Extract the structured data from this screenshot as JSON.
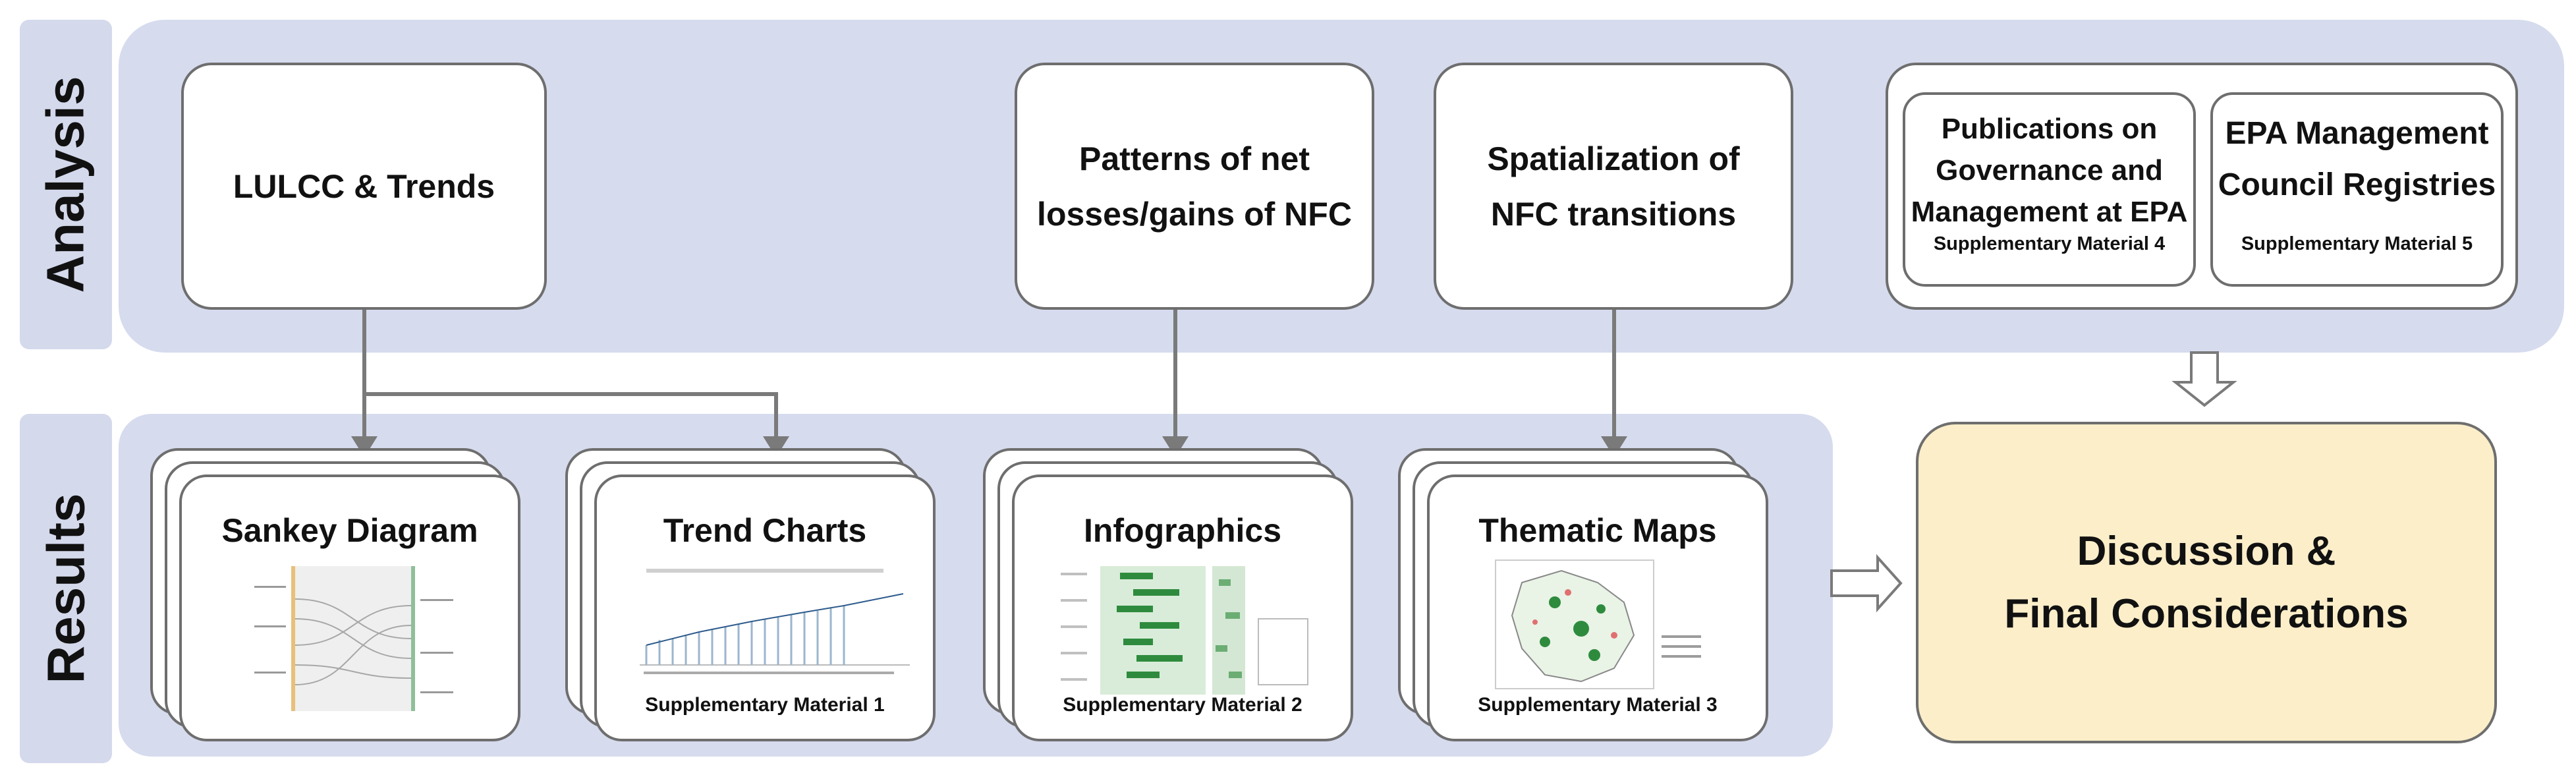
{
  "rows": {
    "analysis_label": "Analysis",
    "results_label": "Results"
  },
  "analysis": {
    "boxes": [
      {
        "text": "LULCC & Trends"
      },
      {
        "line1": "Patterns of net",
        "line2": "losses/gains of NFC"
      },
      {
        "line1": "Spatialization of",
        "line2": "NFC transitions"
      }
    ],
    "side_group": [
      {
        "line1": "Publications on",
        "line2": "Governance and",
        "line3": "Management at EPA",
        "sub": "Supplementary Material 4"
      },
      {
        "line1": "EPA Management",
        "line2": "Council Registries",
        "sub": "Supplementary Material 5"
      }
    ]
  },
  "results": {
    "cards": [
      {
        "title": "Sankey Diagram",
        "sub": ""
      },
      {
        "title": "Trend Charts",
        "sub": "Supplementary Material 1"
      },
      {
        "title": "Infographics",
        "sub": "Supplementary Material 2"
      },
      {
        "title": "Thematic Maps",
        "sub": "Supplementary Material 3"
      }
    ]
  },
  "discussion": {
    "line1": "Discussion &",
    "line2": "Final Considerations"
  },
  "colors": {
    "panel": "#d6dbee",
    "border": "#6e6e6e",
    "arrow": "#7a7a7a",
    "discussion_fill": "#fbeec9"
  }
}
